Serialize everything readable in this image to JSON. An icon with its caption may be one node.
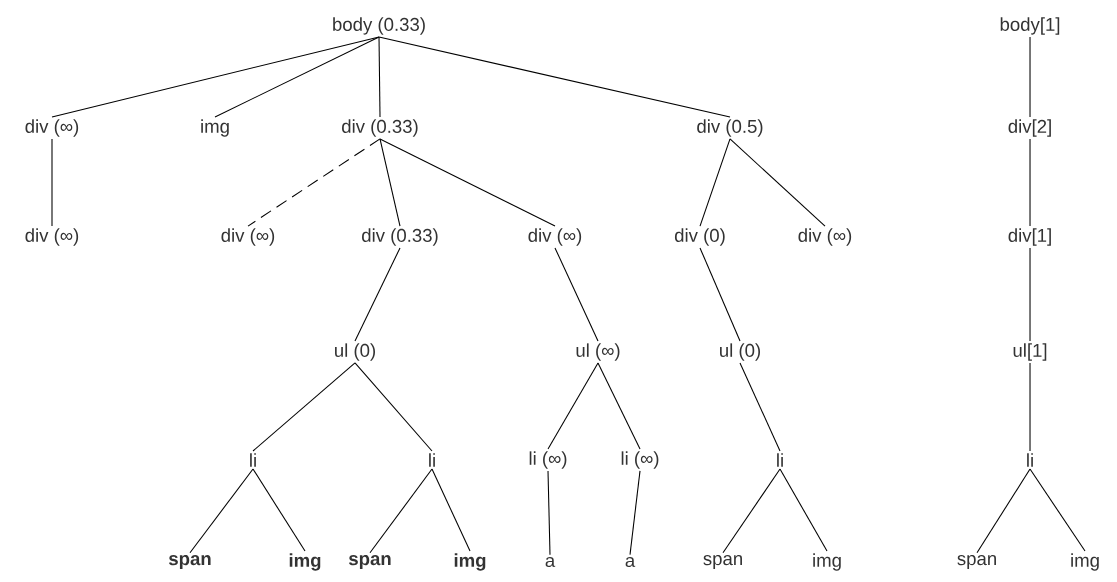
{
  "diagram": {
    "nodes": [
      {
        "text": [
          "body (0.33)"
        ]
      },
      {
        "text": [
          "div (∞)"
        ]
      },
      {
        "text": [
          "img"
        ]
      },
      {
        "text": [
          "div (0.33)"
        ]
      },
      {
        "text": [
          "div (0.5)"
        ]
      },
      {
        "text": [
          "div (∞)"
        ]
      },
      {
        "text": [
          "div (∞)"
        ]
      },
      {
        "text": [
          "div (0.33)"
        ]
      },
      {
        "text": [
          "div (∞)"
        ]
      },
      {
        "text": [
          "div (0)"
        ]
      },
      {
        "text": [
          "div (∞)"
        ]
      },
      {
        "text": [
          "ul (0)"
        ]
      },
      {
        "text": [
          "ul (∞)"
        ]
      },
      {
        "text": [
          "ul (0)"
        ]
      },
      {
        "text": [
          "li"
        ]
      },
      {
        "text": [
          "li"
        ]
      },
      {
        "text": [
          "li (∞)"
        ]
      },
      {
        "text": [
          "li (∞)"
        ]
      },
      {
        "text": [
          "li"
        ]
      },
      {
        "text": [
          "span"
        ]
      },
      {
        "text": [
          "img"
        ]
      },
      {
        "text": [
          "span"
        ]
      },
      {
        "text": [
          "img"
        ]
      },
      {
        "text": [
          "a"
        ]
      },
      {
        "text": [
          "a"
        ]
      },
      {
        "text": [
          "span"
        ]
      },
      {
        "text": [
          "img"
        ]
      },
      {
        "text": [
          "body[1]"
        ]
      },
      {
        "text": [
          "div[2]"
        ]
      },
      {
        "text": [
          "div[1]"
        ]
      },
      {
        "text": [
          "ul[1]"
        ]
      },
      {
        "text": [
          "li"
        ]
      },
      {
        "text": [
          "span"
        ]
      },
      {
        "text": [
          "img"
        ]
      }
    ],
    "edges": [
      {
        "from": 0,
        "to": 1,
        "arrow": "none"
      },
      {
        "from": 0,
        "to": 2,
        "arrow": "none"
      },
      {
        "from": 0,
        "to": 3,
        "arrow": "none"
      },
      {
        "from": 0,
        "to": 4,
        "arrow": "none"
      },
      {
        "from": 1,
        "to": 5,
        "arrow": "none"
      },
      {
        "from": 3,
        "to": 6,
        "arrow": "none",
        "style": "dashed"
      },
      {
        "from": 3,
        "to": 7,
        "arrow": "none"
      },
      {
        "from": 3,
        "to": 8,
        "arrow": "none"
      },
      {
        "from": 4,
        "to": 9,
        "arrow": "none"
      },
      {
        "from": 4,
        "to": 10,
        "arrow": "none"
      },
      {
        "from": 7,
        "to": 11,
        "arrow": "none"
      },
      {
        "from": 8,
        "to": 12,
        "arrow": "none"
      },
      {
        "from": 9,
        "to": 13,
        "arrow": "none"
      },
      {
        "from": 11,
        "to": 14,
        "arrow": "none"
      },
      {
        "from": 11,
        "to": 15,
        "arrow": "none"
      },
      {
        "from": 12,
        "to": 16,
        "arrow": "none"
      },
      {
        "from": 12,
        "to": 17,
        "arrow": "none"
      },
      {
        "from": 13,
        "to": 18,
        "arrow": "none"
      },
      {
        "from": 14,
        "to": 19,
        "arrow": "none"
      },
      {
        "from": 14,
        "to": 20,
        "arrow": "none"
      },
      {
        "from": 15,
        "to": 21,
        "arrow": "none"
      },
      {
        "from": 15,
        "to": 22,
        "arrow": "none"
      },
      {
        "from": 16,
        "to": 23,
        "arrow": "none"
      },
      {
        "from": 17,
        "to": 24,
        "arrow": "none"
      },
      {
        "from": 18,
        "to": 25,
        "arrow": "none"
      },
      {
        "from": 18,
        "to": 26,
        "arrow": "none"
      },
      {
        "from": 27,
        "to": 28,
        "arrow": "none"
      },
      {
        "from": 28,
        "to": 29,
        "arrow": "none"
      },
      {
        "from": 29,
        "to": 30,
        "arrow": "none"
      },
      {
        "from": 30,
        "to": 31,
        "arrow": "none"
      },
      {
        "from": 31,
        "to": 32,
        "arrow": "none"
      },
      {
        "from": 31,
        "to": 33,
        "arrow": "none"
      }
    ]
  }
}
